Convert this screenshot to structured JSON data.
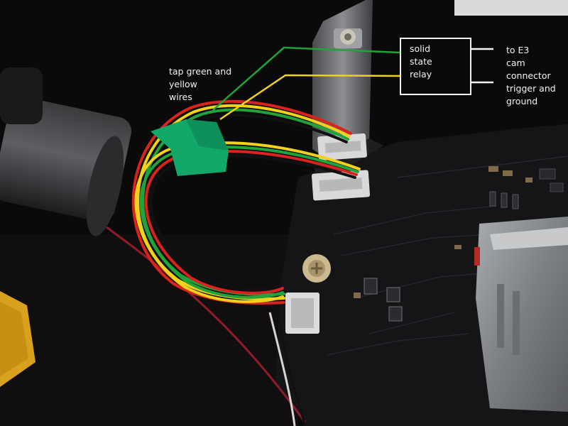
{
  "annotations": {
    "tap_note": "tap green and\nyellow\nwires",
    "relay_label": "solid\nstate\nrelay",
    "e3_note": "to E3\ncam\nconnector\ntrigger and\nground"
  },
  "colors": {
    "annotation_text": "#f2f2f2",
    "green_wire": "#1fa33a",
    "yellow_wire": "#f0d21a",
    "red_wire": "#d8231f",
    "black_wire": "#111111",
    "tape": "#12a86a",
    "pcb": "#151517",
    "background": "#0b0a0b"
  }
}
